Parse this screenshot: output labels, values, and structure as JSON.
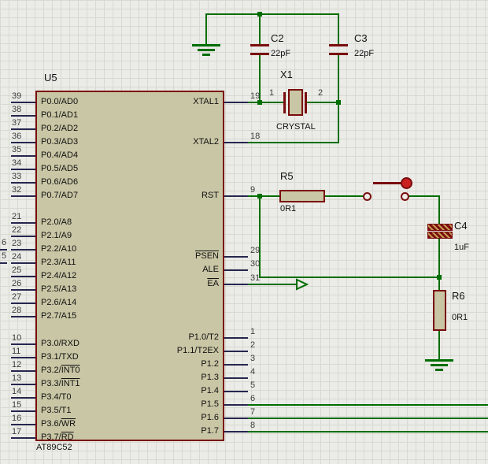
{
  "ic": {
    "ref": "U5",
    "part": "AT89C52",
    "left_pins": [
      {
        "num": "39",
        "pre": "P0.0/AD0",
        "over": ""
      },
      {
        "num": "38",
        "pre": "P0.1/AD1",
        "over": ""
      },
      {
        "num": "37",
        "pre": "P0.2/AD2",
        "over": ""
      },
      {
        "num": "36",
        "pre": "P0.3/AD3",
        "over": ""
      },
      {
        "num": "35",
        "pre": "P0.4/AD4",
        "over": ""
      },
      {
        "num": "34",
        "pre": "P0.5/AD5",
        "over": ""
      },
      {
        "num": "33",
        "pre": "P0.6/AD6",
        "over": ""
      },
      {
        "num": "32",
        "pre": "P0.7/AD7",
        "over": ""
      },
      {
        "num": "21",
        "pre": "P2.0/A8",
        "over": ""
      },
      {
        "num": "22",
        "pre": "P2.1/A9",
        "over": ""
      },
      {
        "num": "23",
        "pre": "P2.2/A10",
        "over": ""
      },
      {
        "num": "24",
        "pre": "P2.3/A11",
        "over": ""
      },
      {
        "num": "25",
        "pre": "P2.4/A12",
        "over": ""
      },
      {
        "num": "26",
        "pre": "P2.5/A13",
        "over": ""
      },
      {
        "num": "27",
        "pre": "P2.6/A14",
        "over": ""
      },
      {
        "num": "28",
        "pre": "P2.7/A15",
        "over": ""
      },
      {
        "num": "10",
        "pre": "P3.0/RXD",
        "over": ""
      },
      {
        "num": "11",
        "pre": "P3.1/TXD",
        "over": ""
      },
      {
        "num": "12",
        "pre": "P3.2/",
        "over": "INT0"
      },
      {
        "num": "13",
        "pre": "P3.3/",
        "over": "INT1"
      },
      {
        "num": "14",
        "pre": "P3.4/T0",
        "over": ""
      },
      {
        "num": "15",
        "pre": "P3.5/T1",
        "over": ""
      },
      {
        "num": "16",
        "pre": "P3.6/",
        "over": "WR"
      },
      {
        "num": "17",
        "pre": "P3.7/",
        "over": "RD"
      }
    ],
    "right_pins": [
      {
        "num": "19",
        "pre": "XTAL1",
        "over": ""
      },
      {
        "num": "18",
        "pre": "XTAL2",
        "over": ""
      },
      {
        "num": "9",
        "pre": "RST",
        "over": ""
      },
      {
        "num": "29",
        "pre": "",
        "over": "PSEN"
      },
      {
        "num": "30",
        "pre": "ALE",
        "over": ""
      },
      {
        "num": "31",
        "pre": "",
        "over": "EA"
      },
      {
        "num": "1",
        "pre": "P1.0/T2",
        "over": ""
      },
      {
        "num": "2",
        "pre": "P1.1/T2EX",
        "over": ""
      },
      {
        "num": "3",
        "pre": "P1.2",
        "over": ""
      },
      {
        "num": "4",
        "pre": "P1.3",
        "over": ""
      },
      {
        "num": "5",
        "pre": "P1.4",
        "over": ""
      },
      {
        "num": "6",
        "pre": "P1.5",
        "over": ""
      },
      {
        "num": "7",
        "pre": "P1.6",
        "over": ""
      },
      {
        "num": "8",
        "pre": "P1.7",
        "over": ""
      }
    ],
    "edge_pins": [
      {
        "num": "6"
      },
      {
        "num": "5"
      }
    ]
  },
  "components": {
    "c2": {
      "ref": "C2",
      "value": "22pF"
    },
    "c3": {
      "ref": "C3",
      "value": "22pF"
    },
    "x1": {
      "ref": "X1",
      "value": "CRYSTAL",
      "pin1": "1",
      "pin2": "2"
    },
    "r5": {
      "ref": "R5",
      "value": "0R1"
    },
    "c4": {
      "ref": "C4",
      "value": "1uF"
    },
    "r6": {
      "ref": "R6",
      "value": "0R1"
    }
  },
  "colors": {
    "bg": "#ebebe7",
    "grid": "#d9d9d3",
    "wire": "#006e00",
    "outline": "#7a0d0d",
    "fill": "#c9c6a5",
    "pin": "#26264f",
    "text": "#111111",
    "pin_number": "#3c3c3c",
    "cap": "#cc2020"
  }
}
